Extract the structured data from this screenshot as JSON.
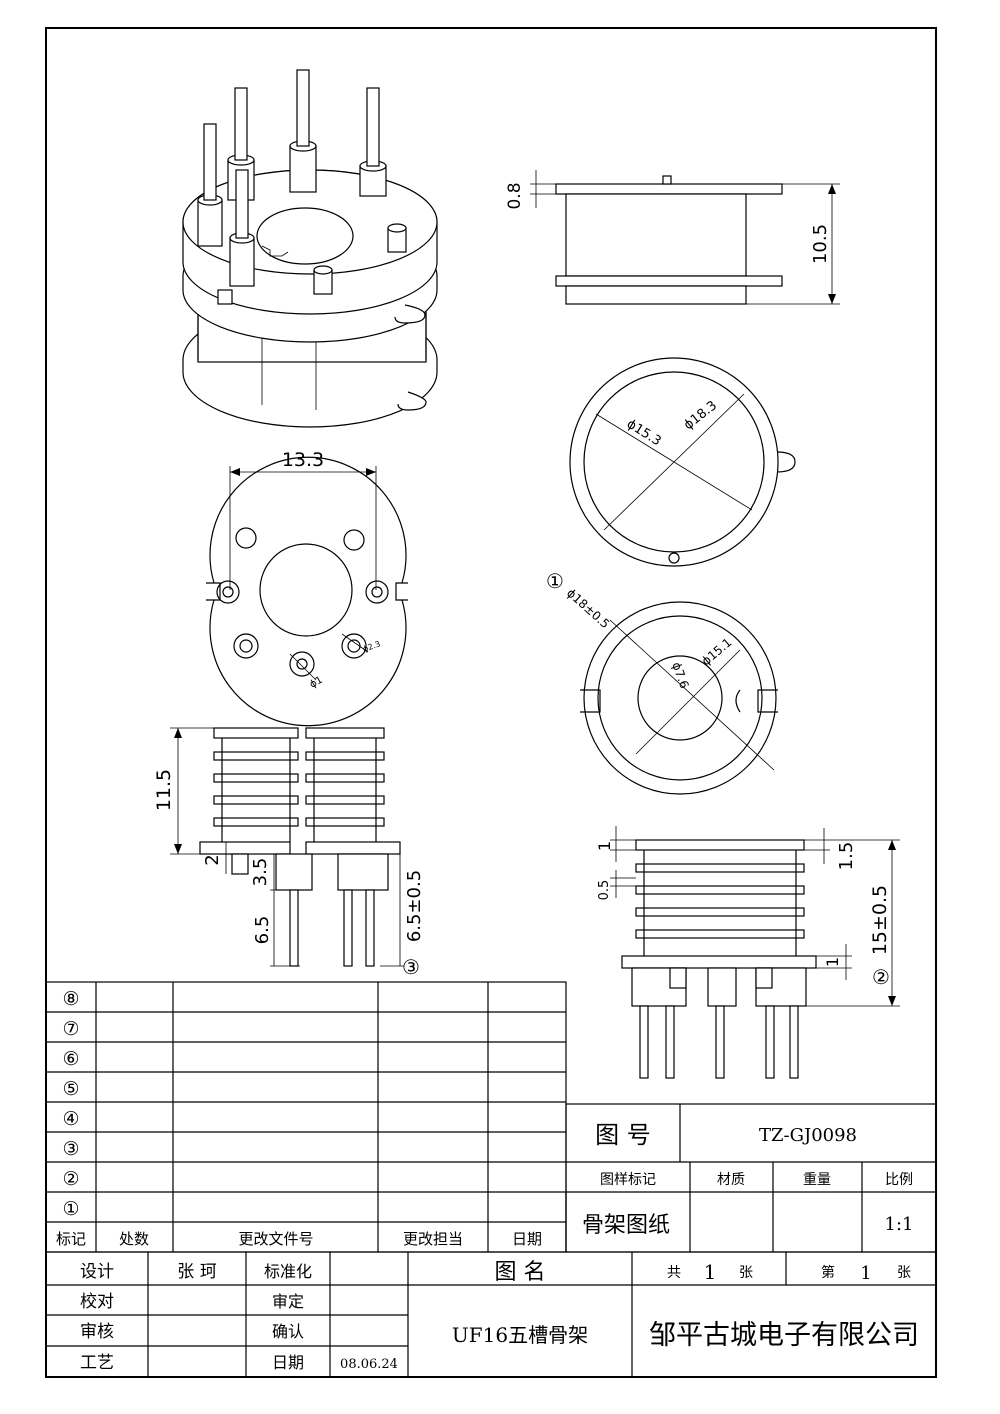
{
  "dimensions": {
    "flange_thickness": "0.8",
    "total_height_top": "10.5",
    "inner_diameter_top": "ϕ15.3",
    "outer_diameter_top": "ϕ18.3",
    "width_bottom_view": "13.3",
    "pin_hole": "ϕ1",
    "boss_hole": "ϕ2.3",
    "callout_1": "①",
    "flange_diameter": "ϕ18±0.5",
    "core_hole": "ϕ7.6",
    "core_outer": "ϕ15.1",
    "body_height": "11.5",
    "step_height": "2",
    "boss_height": "3.5",
    "pin_length": "6.5",
    "pin_length_tol": "6.5±0.5",
    "callout_3": "③",
    "flange_gap": "1",
    "slot_wall": "0.5",
    "top_gap": "1.5",
    "step_right": "1",
    "total_height_right": "15±0.5",
    "callout_2": "②"
  },
  "revision_table": {
    "marks": [
      "⑧",
      "⑦",
      "⑥",
      "⑤",
      "④",
      "③",
      "②",
      "①"
    ],
    "headers": [
      "标记",
      "处数",
      "更改文件号",
      "更改担当",
      "日期"
    ]
  },
  "title_block": {
    "drawing_no_label": "图 号",
    "drawing_no": "TZ-GJ0098",
    "drawing_mark_label": "图样标记",
    "material_label": "材质",
    "weight_label": "重量",
    "scale_label": "比例",
    "part_type": "骨架图纸",
    "scale_value": "1:1",
    "designer_label": "设计",
    "designer": "张 珂",
    "standardize_label": "标准化",
    "drawing_name_label": "图 名",
    "total_label": "共",
    "total_value": "1",
    "sheet_unit": "张",
    "page_label": "第",
    "page_value": "1",
    "page_unit": "张",
    "checker_label": "校对",
    "review_label": "审定",
    "audit_label": "审核",
    "confirm_label": "确认",
    "process_label": "工艺",
    "date_label": "日期",
    "date": "08.06.24",
    "drawing_name": "UF16五槽骨架",
    "company": "邹平古城电子有限公司"
  }
}
